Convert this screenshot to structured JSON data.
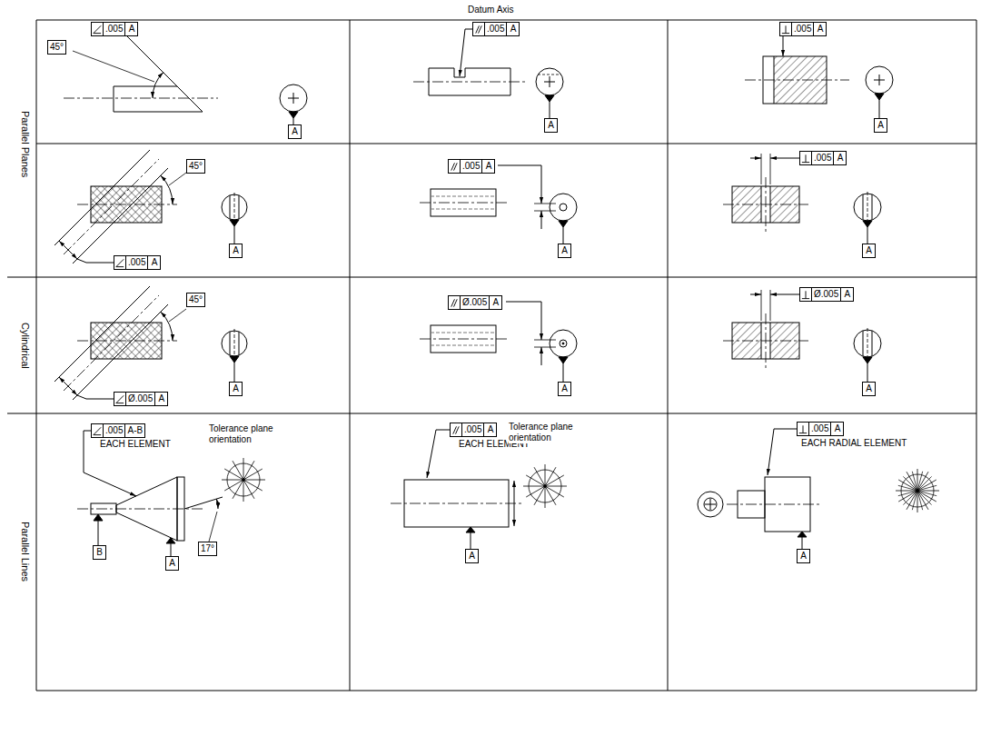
{
  "diagram": {
    "title": "Datum Axis",
    "labels": [
      "Parallel Planes",
      "Cylindrical",
      "Parallel Lines",
      ".005",
      "A",
      "45°",
      "A",
      ".005",
      "A",
      "A",
      ".005",
      "A",
      "A",
      "45°",
      ".005",
      "A",
      "A",
      ".005",
      "A",
      "A",
      ".005",
      "A",
      "A",
      "45°",
      "Ø.005",
      "A",
      "A",
      "Ø.005",
      "A",
      "A",
      "Ø.005",
      "A",
      "A",
      ".005",
      "A-B",
      "EACH ELEMENT",
      "Tolerance plane orientation",
      "B",
      "A",
      "17°",
      ".005",
      "A",
      "EACH ELEMENT",
      "Tolerance plane orientation",
      "A",
      ".005",
      "A",
      "EACH RADIAL ELEMENT",
      "A"
    ]
  }
}
